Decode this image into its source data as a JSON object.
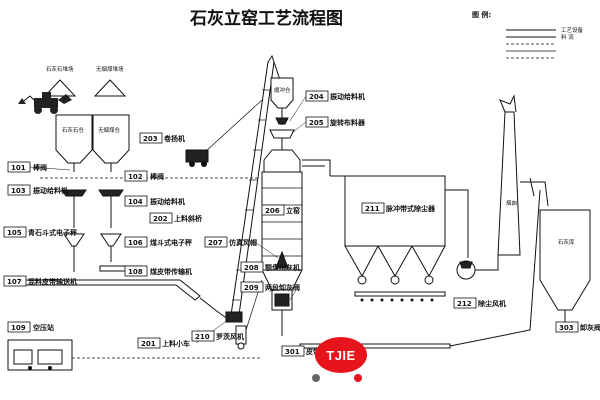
{
  "title": "石灰立窑工艺流程图",
  "legend": {
    "heading": "图 例:",
    "entries": [
      "工艺设备",
      "料 流",
      "",
      "",
      ""
    ]
  },
  "stockpiles": [
    "石灰石堆场",
    "无烟煤堆场"
  ],
  "silo_labels": [
    "石灰石仓",
    "无烟煤仓"
  ],
  "kiln_label": "立窑",
  "bucket_label": "缓冲仓",
  "stack_label": "烟囱",
  "lime_silo_label": "石灰库",
  "tags": {
    "t101": "101",
    "l101": "棒阀",
    "t102": "102",
    "l102": "棒阀",
    "t103": "103",
    "l103": "振动给料机",
    "t104": "104",
    "l104": "振动给料机",
    "t105": "105",
    "l105": "青石斗式电子秤",
    "t106": "106",
    "l106": "煤斗式电子秤",
    "t107": "107",
    "l107": "混料皮带输送机",
    "t108": "108",
    "l108": "煤皮带传输机",
    "t109": "109",
    "l109": "空压站",
    "t201": "201",
    "l201": "上料小车",
    "t202": "202",
    "l202": "上料斜桥",
    "t203": "203",
    "l203": "卷扬机",
    "t204": "204",
    "l204": "振动给料机",
    "t205": "205",
    "l205": "旋转布料器",
    "t206": "206",
    "l206": "立窑",
    "t207": "207",
    "l207": "仿真风帽",
    "t208": "208",
    "l208": "颚盘出灰机",
    "t209": "209",
    "l209": "两段卸灰阀",
    "t210": "210",
    "l210": "罗茨风机",
    "t211": "211",
    "l211": "脉冲带式除尘器",
    "t212": "212",
    "l212": "除尘风机",
    "t301": "301",
    "l301": "皮带",
    "t303": "303",
    "l303": "卸灰阀"
  },
  "logo": "TJIE"
}
